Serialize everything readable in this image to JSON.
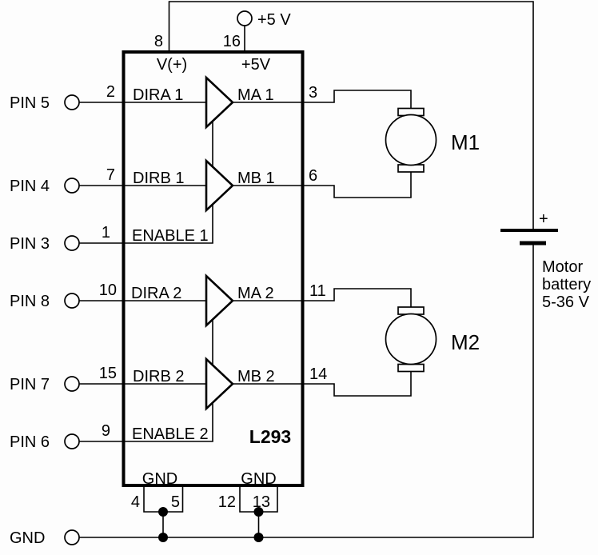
{
  "colors": {
    "ink": "#000000",
    "background": "#fdfdfd"
  },
  "supply": {
    "label": "+5 V",
    "vplus_pin": "8",
    "v5_pin": "16"
  },
  "ic": {
    "name": "L293",
    "vplus_label": "V(+)",
    "v5_label": "+5V",
    "gnd_left": {
      "label": "GND",
      "pin_left": "4",
      "pin_right": "5"
    },
    "gnd_right": {
      "label": "GND",
      "pin_left": "12",
      "pin_right": "13"
    }
  },
  "rows": [
    {
      "terminal": "PIN 5",
      "pin": "2",
      "label": "DIRA 1",
      "out_label": "MA 1",
      "out_pin": "3"
    },
    {
      "terminal": "PIN 4",
      "pin": "7",
      "label": "DIRB 1",
      "out_label": "MB 1",
      "out_pin": "6"
    },
    {
      "terminal": "PIN 3",
      "pin": "1",
      "label": "ENABLE 1"
    },
    {
      "terminal": "PIN 8",
      "pin": "10",
      "label": "DIRA 2",
      "out_label": "MA 2",
      "out_pin": "11"
    },
    {
      "terminal": "PIN 7",
      "pin": "15",
      "label": "DIRB 2",
      "out_label": "MB 2",
      "out_pin": "14"
    },
    {
      "terminal": "PIN 6",
      "pin": "9",
      "label": "ENABLE 2"
    }
  ],
  "motors": [
    {
      "name": "M1"
    },
    {
      "name": "M2"
    }
  ],
  "battery": {
    "polarity": "+",
    "caption": [
      "Motor",
      "battery",
      "5-36 V"
    ]
  },
  "ground": {
    "label": "GND"
  }
}
